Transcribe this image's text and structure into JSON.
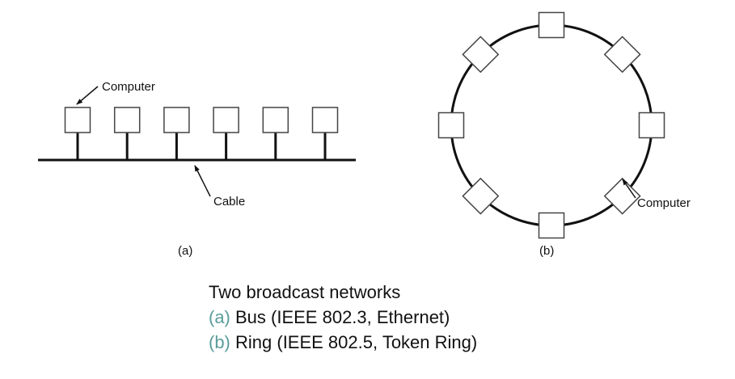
{
  "figure": {
    "bus": {
      "computer_label": "Computer",
      "cable_label": "Cable",
      "sublabel": "(a)",
      "node_count": 6
    },
    "ring": {
      "computer_label": "Computer",
      "sublabel": "(b)",
      "node_count": 8
    }
  },
  "caption": {
    "title": "Two broadcast networks",
    "items": [
      {
        "tag": "(a)",
        "text": " Bus (IEEE 802.3, Ethernet)"
      },
      {
        "tag": "(b)",
        "text": " Ring (IEEE 802.5, Token Ring)"
      }
    ]
  },
  "colors": {
    "accent": "#5a9c9a",
    "stroke": "#111111"
  }
}
